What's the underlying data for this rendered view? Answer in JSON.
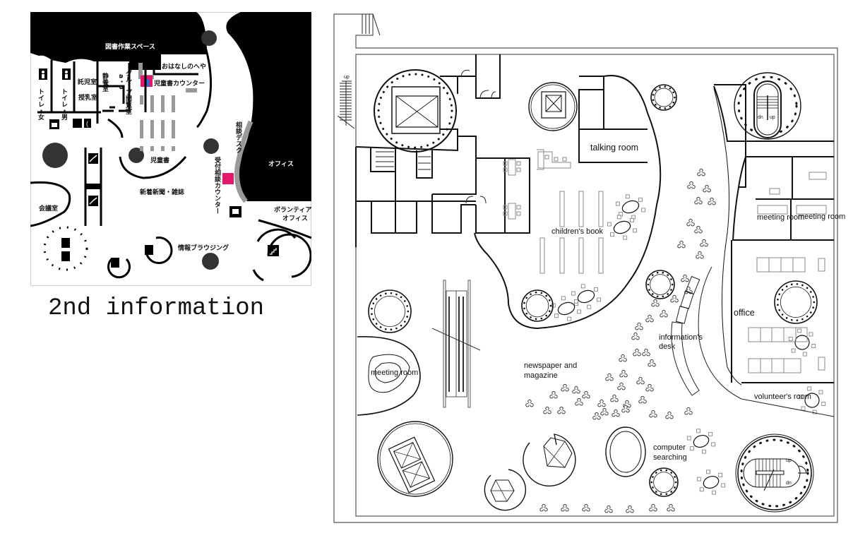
{
  "caption": "2nd information",
  "colors": {
    "accent": "#e5176b",
    "dark": "#111111",
    "gray_marker": "#444444",
    "stack_gray": "#999999"
  },
  "left_map": {
    "labels": {
      "book_work_space": "図書作業スペース",
      "storytelling_room": "おはなしのへや",
      "childrens_counter": "児童書カウンター",
      "toilet_women": "トイレ・女",
      "toilet_men": "トイレ・男",
      "childcare_room": "託児室",
      "nursing_room": "授乳室",
      "quiet_room": "静養室",
      "group_room_ab": "a・b",
      "group_reading_room": "グループ閲覧室",
      "childrens_books": "児童書",
      "new_newspapers_magazines": "新着新聞・雑誌",
      "consultation_desk": "相談デスク",
      "reception_counter": "受付相談カウンター",
      "office": "オフィス",
      "volunteer_office_1": "ボランティア",
      "volunteer_office_2": "オフィス",
      "meeting_room": "会議室",
      "info_browsing": "情報ブラウジング"
    },
    "icons": [
      "toilet-women-icon",
      "toilet-men-icon",
      "baby-change-icon",
      "accessible-icon",
      "phone-icon",
      "escalator-up-icon",
      "escalator-down-icon",
      "counter-icon",
      "search-terminal-icon",
      "stairs-icon"
    ]
  },
  "right_map": {
    "labels": {
      "talking_room": "talking room",
      "childrens_book": "children's book",
      "meeting_room_1": "meeting room",
      "meeting_room_2": "meeting room",
      "meeting_room_3": "meeting room",
      "office": "office",
      "information_desk_1": "information's",
      "information_desk_2": "desk",
      "newspaper_1": "newspaper and",
      "newspaper_2": "magazine",
      "volunteers_room": "volunteer's room",
      "computer_1": "computer",
      "computer_2": "searching",
      "stair_up": "up",
      "stair_dn": "dn",
      "stair_up_2": "up",
      "stair_dn_2": "dn",
      "stair_up_3": "up"
    }
  }
}
